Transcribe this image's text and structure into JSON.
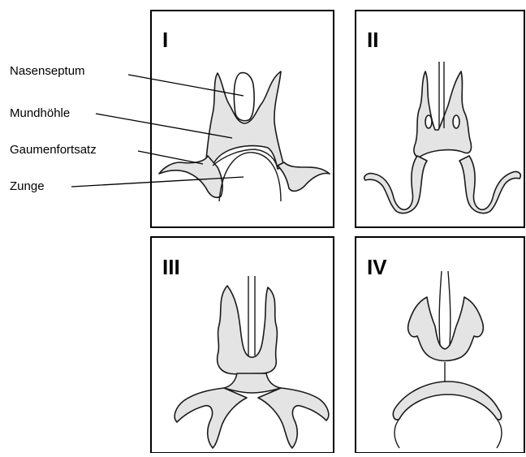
{
  "panels": [
    {
      "id": "I",
      "label": "I"
    },
    {
      "id": "II",
      "label": "II"
    },
    {
      "id": "III",
      "label": "III"
    },
    {
      "id": "IV",
      "label": "IV"
    }
  ],
  "annotations": [
    {
      "id": "nasenseptum",
      "text": "Nasenseptum"
    },
    {
      "id": "mundhoehle",
      "text": "Mundhöhle"
    },
    {
      "id": "gaumenfortsatz",
      "text": "Gaumenfortsatz"
    },
    {
      "id": "zunge",
      "text": "Zunge"
    }
  ],
  "colors": {
    "tissue_fill": "#e4e4e4",
    "outline": "#1a1a1a",
    "frame": "#000000"
  }
}
